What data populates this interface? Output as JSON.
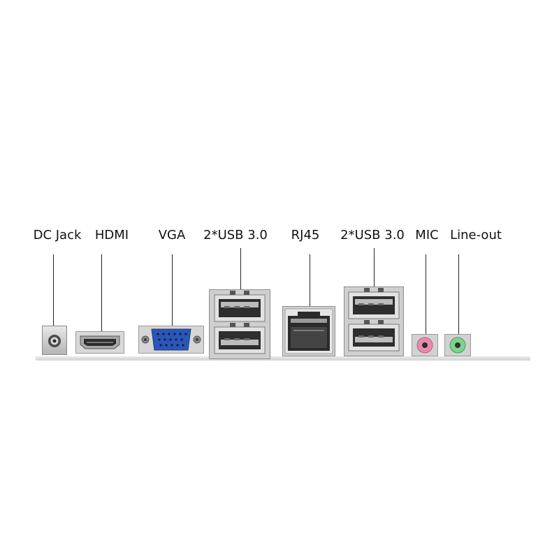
{
  "ports": [
    {
      "id": "dc-jack",
      "label": "DC Jack"
    },
    {
      "id": "hdmi",
      "label": "HDMI"
    },
    {
      "id": "vga",
      "label": "VGA"
    },
    {
      "id": "usb-left",
      "label": "2*USB 3.0"
    },
    {
      "id": "rj45",
      "label": "RJ45"
    },
    {
      "id": "usb-right",
      "label": "2*USB 3.0"
    },
    {
      "id": "mic",
      "label": "MIC"
    },
    {
      "id": "line-out",
      "label": "Line-out"
    }
  ],
  "colors": {
    "vga_blue": "#2b56b8",
    "mic_pink": "#e48cb0",
    "lineout_green": "#7fd190",
    "metal": "#c9c9c9"
  }
}
